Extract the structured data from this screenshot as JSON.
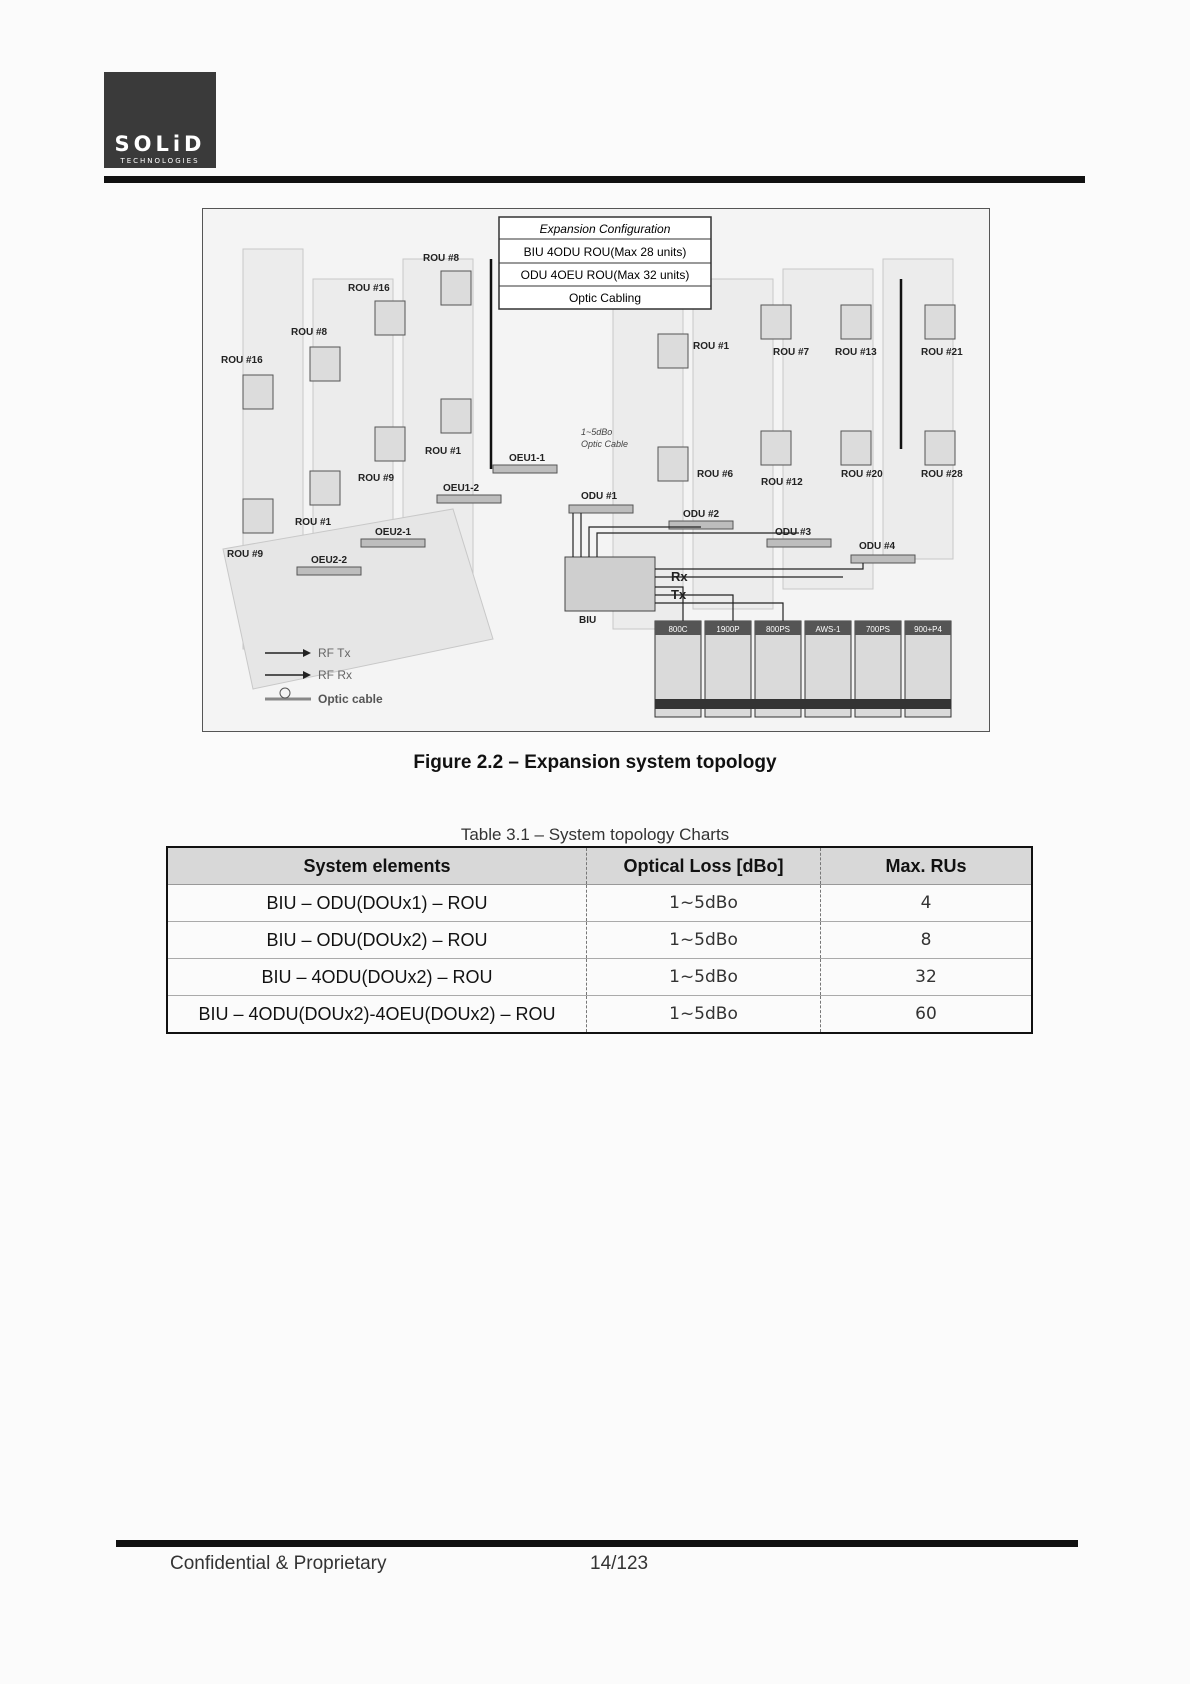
{
  "header": {
    "logo_text": "SOLiD",
    "logo_subtext": "TECHNOLOGIES"
  },
  "figure": {
    "legend_box": {
      "title": "Expansion Configuration",
      "line1": "BIU 4ODU ROU(Max 28 units)",
      "line2": "ODU 4OEU ROU(Max 32 units)",
      "line3": "Optic Cabling"
    },
    "rou_labels": [
      "ROU #8",
      "ROU #16",
      "ROU #8",
      "ROU #16",
      "ROU #1",
      "ROU #9",
      "ROU #1",
      "ROU #9",
      "ROU #1",
      "ROU #7",
      "ROU #13",
      "ROU #21",
      "ROU #6",
      "ROU #12",
      "ROU #20",
      "ROU #28"
    ],
    "unit_labels": {
      "oeu1_1": "OEU1-1",
      "oeu1_2": "OEU1-2",
      "oeu2_1": "OEU2-1",
      "oeu2_2": "OEU2-2",
      "odu1": "ODU #1",
      "odu2": "ODU #2",
      "odu3": "ODU #3",
      "odu4": "ODU #4",
      "biu": "BIU",
      "rx": "Rx",
      "tx": "Tx",
      "optic_note_1": "1~5dBo",
      "optic_note_2": "Optic Cable"
    },
    "bands": [
      "800C",
      "1900P",
      "800PS",
      "AWS-1",
      "700PS",
      "900+P4"
    ],
    "legend": {
      "rf_tx": "RF Tx",
      "rf_rx": "RF Rx",
      "optic": "Optic cable"
    }
  },
  "figure_caption": "Figure 2.2 – Expansion system topology",
  "table_caption": "Table 3.1 – System topology Charts",
  "table": {
    "headers": [
      "System elements",
      "Optical Loss [dBo]",
      "Max. RUs"
    ],
    "rows": [
      [
        "BIU – ODU(DOUx1) – ROU",
        "1~5dBo",
        "4"
      ],
      [
        "BIU – ODU(DOUx2) – ROU",
        "1~5dBo",
        "8"
      ],
      [
        "BIU – 4ODU(DOUx2) – ROU",
        "1~5dBo",
        "32"
      ],
      [
        "BIU – 4ODU(DOUx2)-4OEU(DOUx2) – ROU",
        "1~5dBo",
        "60"
      ]
    ]
  },
  "footer": {
    "left": "Confidential & Proprietary",
    "page": "14/123"
  }
}
